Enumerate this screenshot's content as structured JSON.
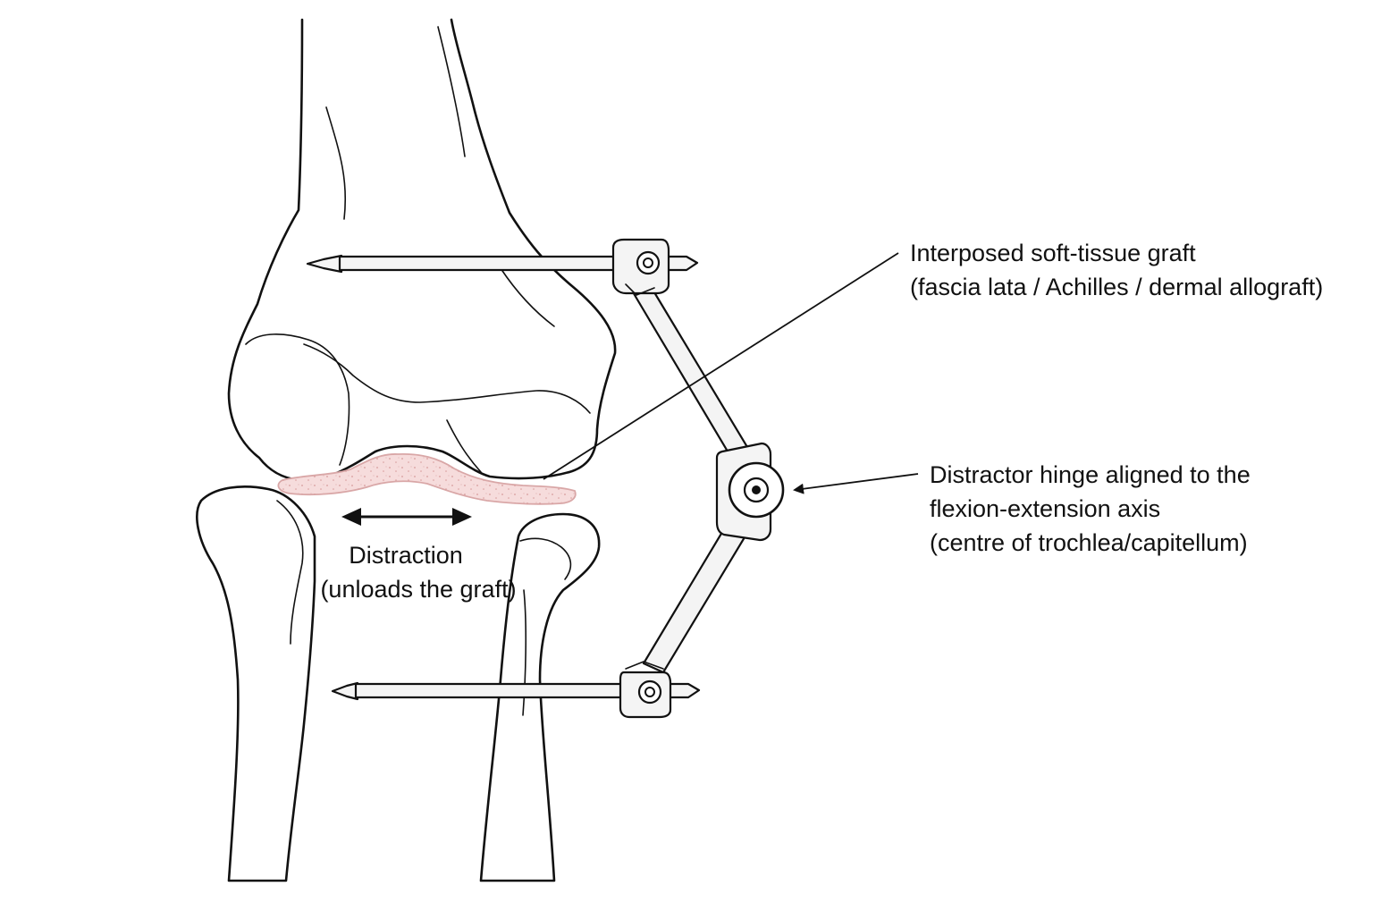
{
  "colors": {
    "outline": "#111111",
    "graft_fill": "#f6dcdc",
    "graft_stroke": "#d9a7a7",
    "metal_fill": "#f4f4f4"
  },
  "labels": {
    "graft": {
      "line1": "Interposed soft-tissue graft",
      "line2": "(fascia lata / Achilles / dermal allograft)"
    },
    "hinge": {
      "line1": "Distractor hinge aligned to the",
      "line2": "flexion-extension axis",
      "line3": "(centre of trochlea/capitellum)"
    },
    "distraction": {
      "line1": "Distraction",
      "line2": "(unloads the graft)"
    }
  },
  "icons": [
    "double-headed-arrow-icon",
    "hinge-icon",
    "pin-clamp-icon"
  ]
}
